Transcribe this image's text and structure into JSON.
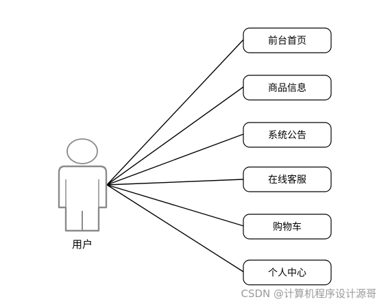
{
  "actor": {
    "label": "用户"
  },
  "use_cases": [
    {
      "label": "前台首页"
    },
    {
      "label": "商品信息"
    },
    {
      "label": "系统公告"
    },
    {
      "label": "在线客服"
    },
    {
      "label": "购物车"
    },
    {
      "label": "个人中心"
    }
  ],
  "watermark": {
    "text": "CSDN @计算机程序设计源哥"
  },
  "colors": {
    "stroke": "#000000",
    "actor_stroke": "#8a8a8a",
    "watermark": "#9a9a9a"
  }
}
